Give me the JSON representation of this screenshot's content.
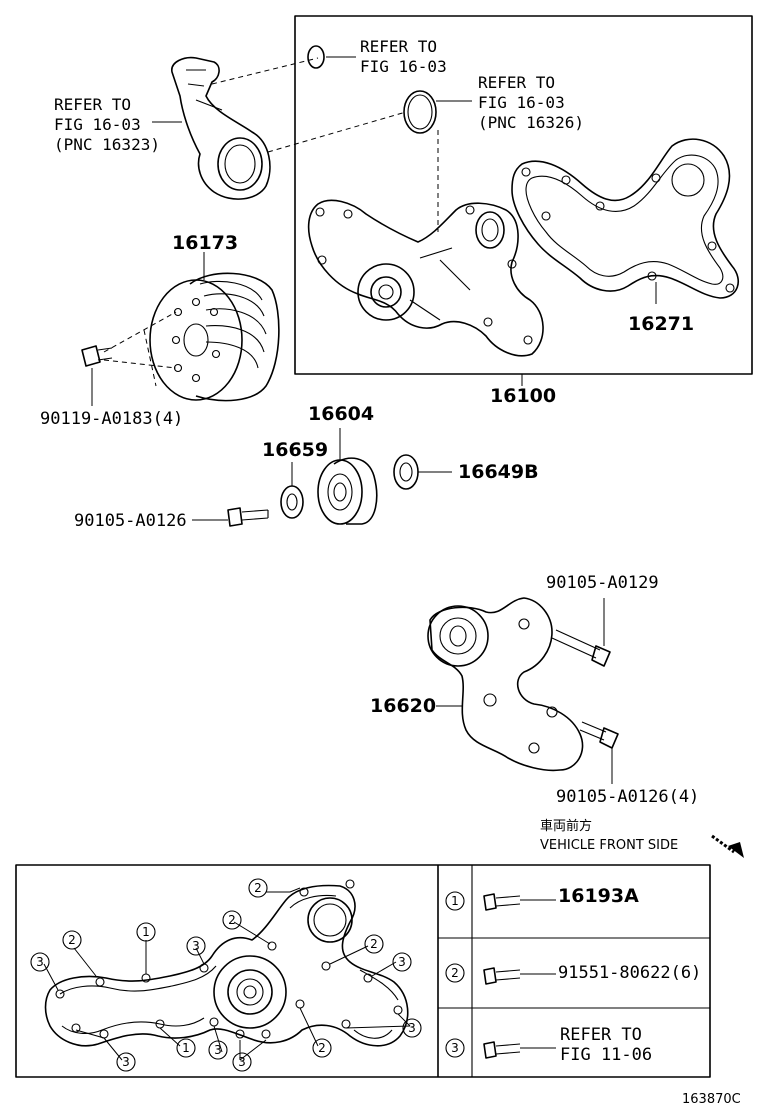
{
  "labels": {
    "refer_a_1": "REFER TO",
    "refer_a_2": "FIG 16-03",
    "refer_b_1": "REFER TO",
    "refer_b_2": "FIG 16-03",
    "refer_b_3": "(PNC 16326)",
    "refer_c_1": "REFER TO",
    "refer_c_2": "FIG 16-03",
    "refer_c_3": "(PNC 16323)",
    "p16173": "16173",
    "p16271": "16271",
    "p16100": "16100",
    "p90119": "90119-A0183(4)",
    "p16604": "16604",
    "p16659": "16659",
    "p16649b": "16649B",
    "p90105_0126": "90105-A0126",
    "p90105_0129": "90105-A0129",
    "p16620": "16620",
    "p90105_0126_4": "90105-A0126(4)",
    "front_jp": "車両前方",
    "front_en": "VEHICLE FRONT SIDE",
    "figure_code": "163870C"
  },
  "legend": {
    "rows": [
      {
        "key": "1",
        "part_1": "16193A",
        "part_2": ""
      },
      {
        "key": "2",
        "part_1": "91551-80622(6)",
        "part_2": ""
      },
      {
        "key": "3",
        "part_1": "REFER TO",
        "part_2": "FIG 11-06"
      }
    ]
  },
  "callouts": {
    "c1": "2",
    "c2": "2",
    "c3": "1",
    "c4": "3",
    "c5": "2",
    "c6": "3",
    "c7": "2",
    "c8": "3",
    "c9": "3",
    "c10": "1",
    "c11": "3",
    "c12": "3",
    "c13": "2",
    "c14": "3"
  }
}
